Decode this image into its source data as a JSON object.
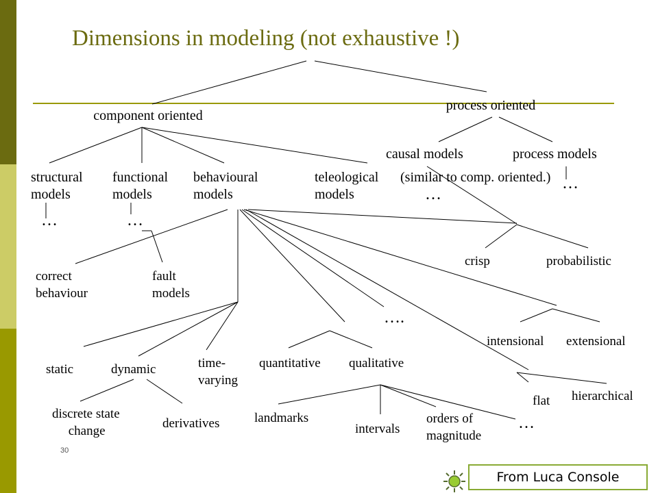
{
  "slide": {
    "title": "Dimensions in modeling (not exhaustive !)",
    "page_number": "30",
    "credit": "From Luca Console"
  },
  "nodes": {
    "component_oriented": "component oriented",
    "process_oriented": "process oriented",
    "structural_models": "structural\nmodels",
    "functional_models": "functional\nmodels",
    "behavioural_models": "behavioural\nmodels",
    "teleological_models": "teleological\nmodels",
    "causal_models": "causal models",
    "process_models": "process models",
    "similar_note": "(similar to comp. oriented.)",
    "correct_behaviour": "correct\nbehaviour",
    "fault_models": "fault\nmodels",
    "crisp": "crisp",
    "probabilistic": "probabilistic",
    "intensional": "intensional",
    "extensional": "extensional",
    "static": "static",
    "dynamic": "dynamic",
    "time_varying": "time-\nvarying",
    "quantitative": "quantitative",
    "qualitative": "qualitative",
    "flat": "flat",
    "hierarchical": "hierarchical",
    "discrete_state_change": "discrete state\n     change",
    "derivatives": "derivatives",
    "landmarks": "landmarks",
    "intervals": "intervals",
    "orders_of_magnitude": "orders of\nmagnitude"
  },
  "ellipses": {
    "structural": "…",
    "functional": "…",
    "teleological": "…",
    "process": "…",
    "behavioural": "….",
    "qualitative": "…"
  }
}
